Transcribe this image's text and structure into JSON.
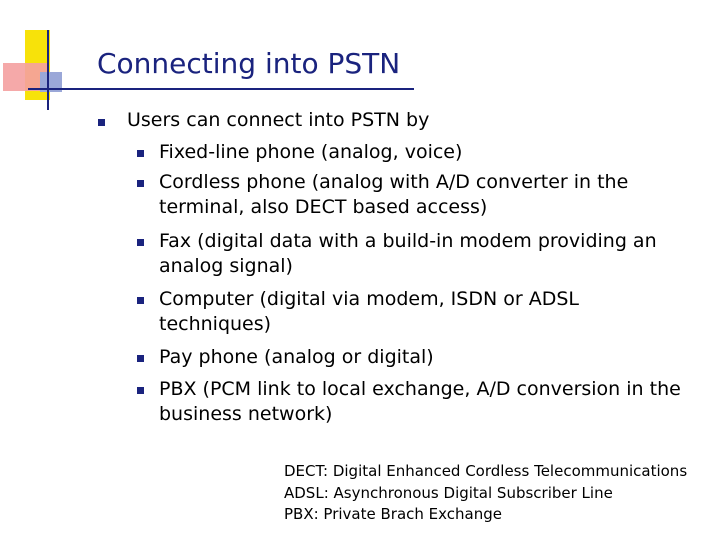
{
  "slide": {
    "title": "Connecting into PSTN",
    "main_point": "Users can connect into PSTN by",
    "items": [
      {
        "lines": [
          "Fixed-line phone (analog, voice)"
        ]
      },
      {
        "lines": [
          "Cordless phone (analog with A/D converter in the",
          "terminal, also DECT based access)"
        ]
      },
      {
        "lines": [
          "Fax (digital data with a build-in modem providing an",
          "analog signal)"
        ]
      },
      {
        "lines": [
          "Computer (digital via modem, ISDN or ADSL",
          "techniques)"
        ]
      },
      {
        "lines": [
          "Pay phone (analog or digital)"
        ]
      },
      {
        "lines": [
          "PBX (PCM link to local exchange, A/D conversion in the",
          "business network)"
        ]
      }
    ],
    "notes": [
      "DECT: Digital Enhanced Cordless Telecommunications",
      "ADSL: Asynchronous Digital Subscriber Line",
      "PBX: Private Brach Exchange"
    ],
    "colors": {
      "title": "#1a237e",
      "bullet": "#1a237e",
      "accent_yellow": "#f7e20a",
      "accent_red": "#f4a0a0",
      "accent_blue": "#9aa7d8"
    }
  }
}
